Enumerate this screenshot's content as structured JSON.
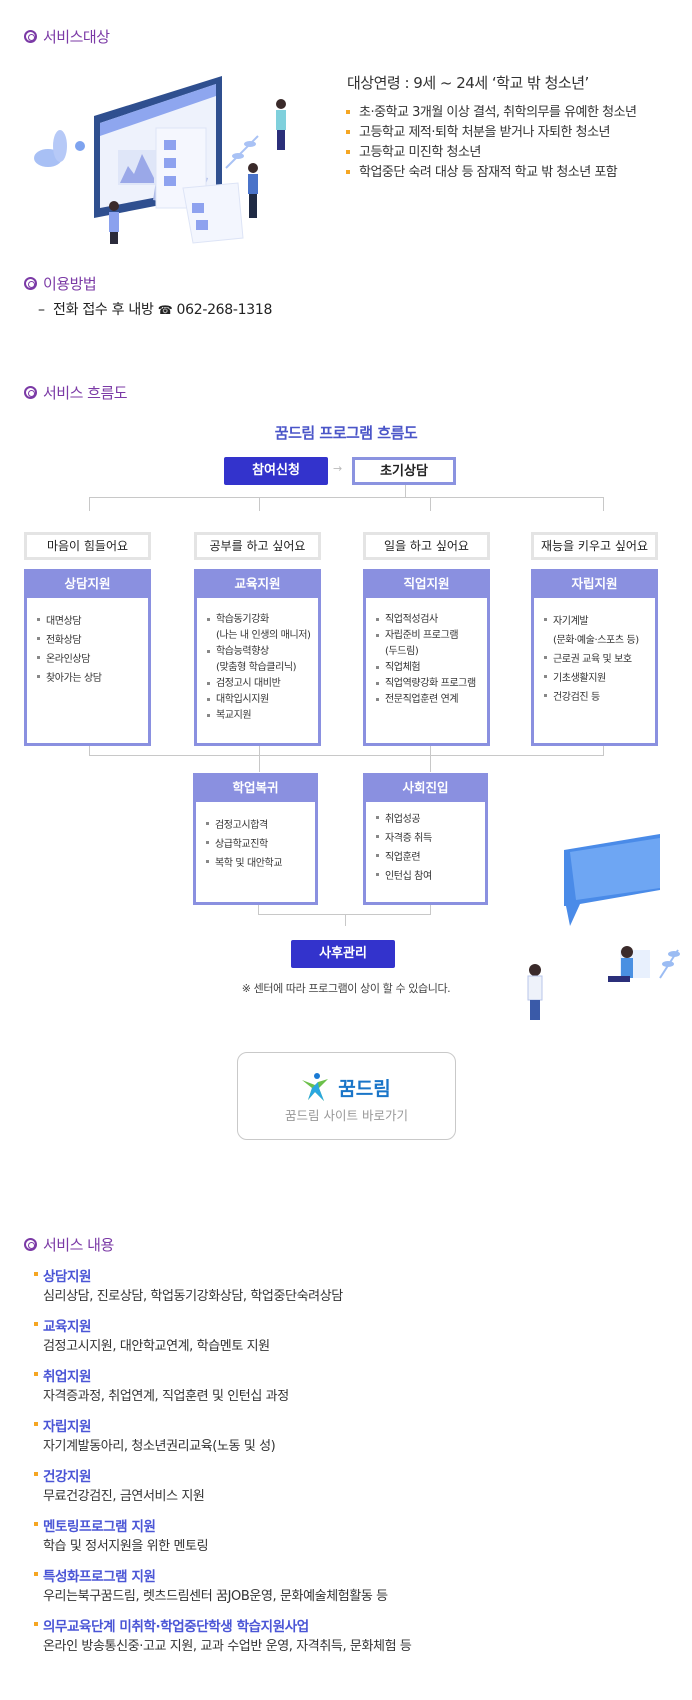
{
  "sections": {
    "target": "서비스대상",
    "usage": "이용방법",
    "flow": "서비스 흐름도",
    "content": "서비스 내용"
  },
  "target": {
    "title": "대상연령 : 9세 ~ 24세 ‘학교 밖 청소년’",
    "items": [
      "초·중학교 3개월 이상 결석, 취학의무를 유예한 청소년",
      "고등학교 제적·퇴학 처분을 받거나 자퇴한 청소년",
      "고등학교 미진학 청소년",
      "학업중단 숙려 대상 등 잠재적 학교 밖 청소년 포함"
    ]
  },
  "usage": {
    "dash": "–",
    "text": "전화 접수 후 내방",
    "phone_icon": "☎",
    "phone": "062-268-1318"
  },
  "flow": {
    "title": "꿈드림 프로그램 흐름도",
    "apply": "참여신청",
    "arrow": "→",
    "initial": "초기상담",
    "needs": [
      "마음이 힘들어요",
      "공부를 하고 싶어요",
      "일을 하고 싶어요",
      "재능을 키우고 싶어요"
    ],
    "supports": [
      {
        "title": "상담지원",
        "items": [
          "대면상담",
          "전화상담",
          "온라인상담",
          "찾아가는 상담"
        ]
      },
      {
        "title": "교육지원",
        "items": [
          "학습동기강화",
          "(나는 내 인생의 매니저)",
          "학습능력향상",
          "(맞춤형 학습클리닉)",
          "검정고시 대비반",
          "대학입시지원",
          "복교지원"
        ]
      },
      {
        "title": "직업지원",
        "items": [
          "직업적성검사",
          "자립준비 프로그램",
          "(두드림)",
          "직업체험",
          "직업역량강화 프로그램",
          "전문직업훈련 연계"
        ]
      },
      {
        "title": "자립지원",
        "items": [
          "자기계발",
          "(문화·예술·스포츠 등)",
          "근로권 교육 및 보호",
          "기초생활지원",
          "건강검진 등"
        ]
      }
    ],
    "outcomes": [
      {
        "title": "학업복귀",
        "items": [
          "검정고시합격",
          "상급학교진학",
          "복학 및 대안학교"
        ]
      },
      {
        "title": "사회진입",
        "items": [
          "취업성공",
          "자격증 취득",
          "직업훈련",
          "인턴십 참여"
        ]
      }
    ],
    "aftercare": "사후관리",
    "note": "※ 센터에 따라 프로그램이 상이 할 수 있습니다.",
    "link": {
      "logo_text": "꿈드림",
      "label": "꿈드림 사이트 바로가기"
    }
  },
  "services": [
    {
      "title": "상담지원",
      "desc": "심리상담, 진로상담, 학업동기강화상담, 학업중단숙려상담"
    },
    {
      "title": "교육지원",
      "desc": "검정고시지원, 대안학교연계, 학습멘토 지원"
    },
    {
      "title": "취업지원",
      "desc": "자격증과정, 취업연계, 직업훈련 및 인턴십 과정"
    },
    {
      "title": "자립지원",
      "desc": "자기계발동아리, 청소년권리교육(노동 및 성)"
    },
    {
      "title": "건강지원",
      "desc": "무료건강검진, 금연서비스 지원"
    },
    {
      "title": "멘토링프로그램 지원",
      "desc": "학습 및 정서지원을 위한 멘토링"
    },
    {
      "title": "특성화프로그램 지원",
      "desc": "우리는북구꿈드림, 렛츠드림센터 꿈JOB운영, 문화예술체험활동 등"
    },
    {
      "title": "의무교육단계 미취학·학업중단학생 학습지원사업",
      "desc": "온라인 방송통신중·고교 지원, 교과 수업반 운영, 자격취득, 문화체험 등"
    }
  ],
  "colors": {
    "heading": "#7b3aa6",
    "accent": "#3333cc",
    "box": "#8a90e0",
    "bullet": "#f5a623",
    "service_title": "#4a55d6"
  }
}
